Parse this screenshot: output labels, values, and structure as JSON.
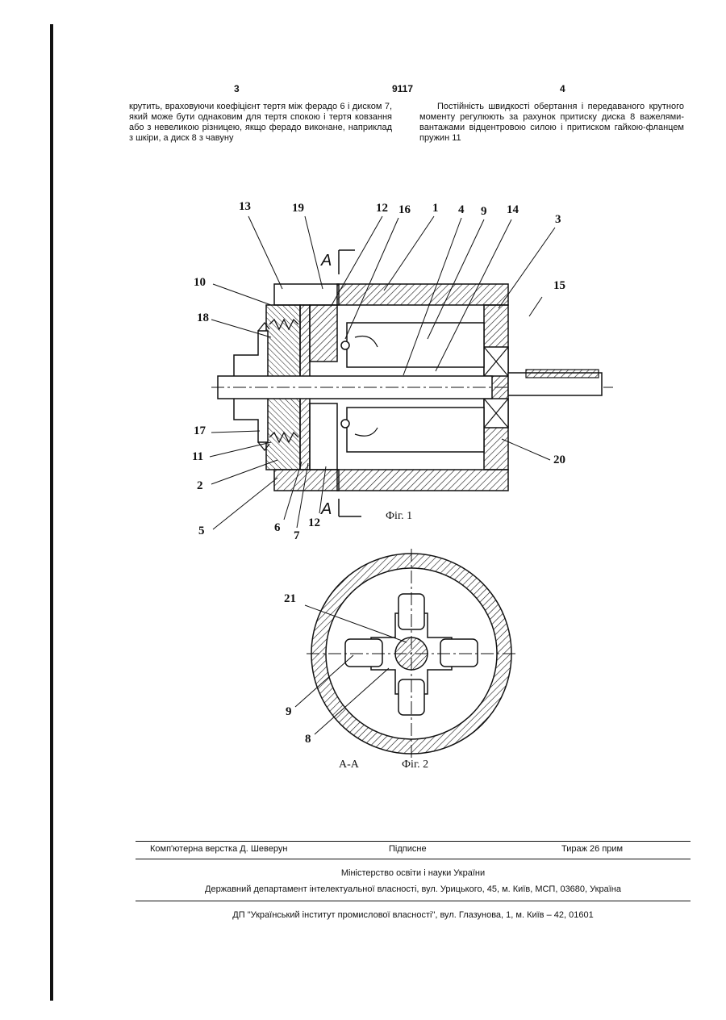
{
  "header": {
    "left_page": "3",
    "doc_number": "9117",
    "right_page": "4"
  },
  "body": {
    "left_column": "крутить, враховуючи коефіцієнт тертя між ферадо 6 і диском 7, який може бути однаковим для тертя спокою і тертя ковзання або з невеликою різницею, якщо ферадо виконане, наприклад з шкіри, а диск 8 з чавуну",
    "right_column": "Постійність швидкості обертання і передаваного крутного моменту регулюють за рахунок притиску диска 8 важелями-вантажами відцентровою силою і притиском гайкою-фланцем пружин 11"
  },
  "figure1": {
    "caption": "Фіг. 1",
    "section_marks": [
      "А",
      "А"
    ],
    "labels": [
      "13",
      "19",
      "12",
      "16",
      "1",
      "4",
      "9",
      "14",
      "3",
      "15",
      "10",
      "18",
      "17",
      "11",
      "2",
      "5",
      "6",
      "7",
      "12",
      "20"
    ]
  },
  "figure2": {
    "caption": "Фіг. 2",
    "section_name": "А-А",
    "labels": [
      "21",
      "9",
      "8"
    ]
  },
  "footer": {
    "layout": "Комп'ютерна верстка Д. Шеверун",
    "signed": "Підписне",
    "print_run": "Тираж 26 прим",
    "ministry": "Міністерство освіти і науки України",
    "department": "Державний департамент інтелектуальної власності, вул. Урицького, 45, м. Київ, МСП, 03680, Україна",
    "institute": "ДП \"Український інститут промислової власності\", вул. Глазунова, 1, м. Київ – 42, 01601"
  }
}
